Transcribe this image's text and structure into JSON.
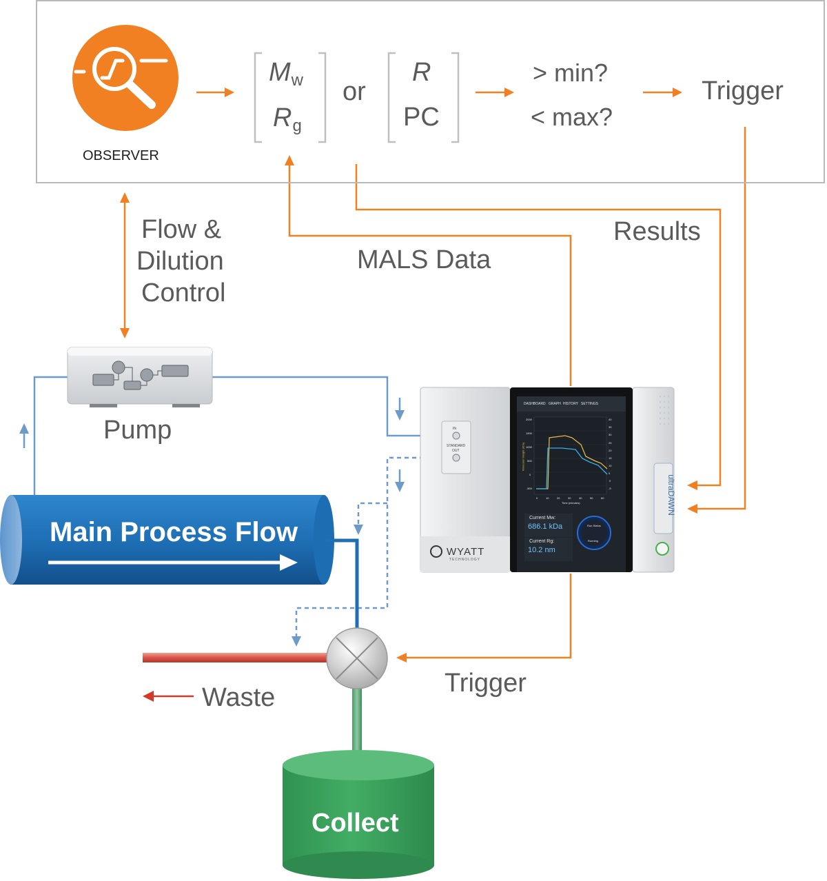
{
  "observer": {
    "label": "OBSERVER",
    "brand_color": "#f08021"
  },
  "criteria": {
    "mw_symbol": "M",
    "mw_sub": "w",
    "rg_symbol": "R",
    "rg_sub": "g",
    "or_text": "or",
    "r_symbol": "R",
    "pc_text": "PC",
    "min_text": "> min?",
    "max_text": "< max?",
    "trigger_text": "Trigger"
  },
  "links": {
    "flow_line1": "Flow &",
    "flow_line2": "Dilution",
    "flow_line3": "Control",
    "mals_data": "MALS Data",
    "results": "Results",
    "trigger_bottom": "Trigger"
  },
  "devices": {
    "pump_label": "Pump",
    "main_flow_label": "Main Process Flow",
    "waste_label": "Waste",
    "collect_label": "Collect"
  },
  "instrument": {
    "brand": "WYATT",
    "brand_sub": "TECHNOLOGY",
    "model": "ultraDAWN",
    "port_in": "IN",
    "port_standard": "STANDARD",
    "port_out": "OUT",
    "screen": {
      "tabs": [
        "DASHBOARD",
        "GRAPH",
        "HISTORY",
        "SETTINGS"
      ],
      "left_axis_ticks": [
        "2000",
        "1500",
        "1000",
        "500",
        "0",
        "-500"
      ],
      "right_axis_ticks": [
        "40",
        "35",
        "30",
        "25",
        "20",
        "15",
        "10",
        "5",
        "0",
        "-5"
      ],
      "x_axis_ticks": [
        "0",
        "10",
        "20",
        "30",
        "40",
        "50",
        "60"
      ],
      "left_axis_title": "Molecular Weight (kDa)",
      "x_axis_title": "Time (minutes)",
      "mw_label": "Current Mw:",
      "mw_value": "686.1 kDa",
      "rg_label": "Current Rg:",
      "rg_value": "10.2 nm",
      "run_status_label": "Run Status",
      "run_status_value": "Running"
    }
  },
  "colors": {
    "orange": "#f08021",
    "blue_line": "#6d9bc8",
    "pipe_blue": "#1f6fb5",
    "waste_red": "#d43a2a",
    "collect_green": "#3da55f",
    "frame_gray": "#b9b9b9"
  }
}
